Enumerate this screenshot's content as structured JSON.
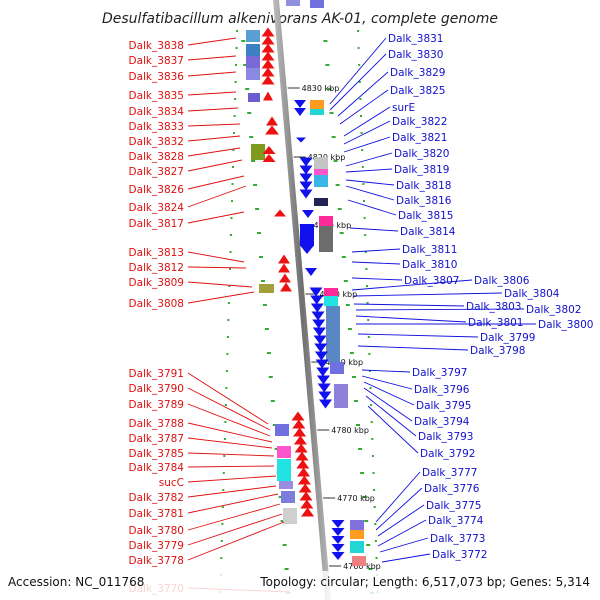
{
  "title": "Desulfatibacillum alkenivorans AK-01, complete genome",
  "footer": {
    "accession": "Accession: NC_011768",
    "stats": "Topology: circular; Length: 6,517,073 bp; Genes: 5,314"
  },
  "colors": {
    "forward": "#ee1111",
    "reverse": "#1111ee",
    "label_left": "#dd1111",
    "label_right": "#1111cc",
    "dna": "#8a8a8a",
    "dots": "#33aa33"
  },
  "ticks": [
    "4830 kbp",
    "4820 kbp",
    "4810 kbp",
    "4800 kbp",
    "4790 kbp",
    "4780 kbp",
    "4770 kbp",
    "4760 kbp"
  ],
  "genes_left": [
    "Dalk_3838",
    "Dalk_3837",
    "Dalk_3836",
    "Dalk_3835",
    "Dalk_3834",
    "Dalk_3833",
    "Dalk_3832",
    "Dalk_3828",
    "Dalk_3827",
    "Dalk_3826",
    "Dalk_3824",
    "Dalk_3817",
    "Dalk_3813",
    "Dalk_3812",
    "Dalk_3809",
    "Dalk_3808",
    "Dalk_3791",
    "Dalk_3790",
    "Dalk_3789",
    "Dalk_3788",
    "Dalk_3787",
    "Dalk_3785",
    "Dalk_3784",
    "sucC",
    "Dalk_3782",
    "Dalk_3781",
    "Dalk_3780",
    "Dalk_3779",
    "Dalk_3778",
    "Dalk_3770"
  ],
  "genes_right": [
    "Dalk_3831",
    "Dalk_3830",
    "Dalk_3829",
    "Dalk_3825",
    "surE",
    "Dalk_3822",
    "Dalk_3821",
    "Dalk_3820",
    "Dalk_3819",
    "Dalk_3818",
    "Dalk_3816",
    "Dalk_3815",
    "Dalk_3814",
    "Dalk_3811",
    "Dalk_3810",
    "Dalk_3807",
    "Dalk_3806",
    "Dalk_3804",
    "Dalk_3803",
    "Dalk_3802",
    "Dalk_3801",
    "Dalk_3800",
    "Dalk_3799",
    "Dalk_3798",
    "Dalk_3797",
    "Dalk_3796",
    "Dalk_3795",
    "Dalk_3794",
    "Dalk_3793",
    "Dalk_3792",
    "Dalk_3777",
    "Dalk_3776",
    "Dalk_3775",
    "Dalk_3774",
    "Dalk_3773",
    "Dalk_3772"
  ]
}
